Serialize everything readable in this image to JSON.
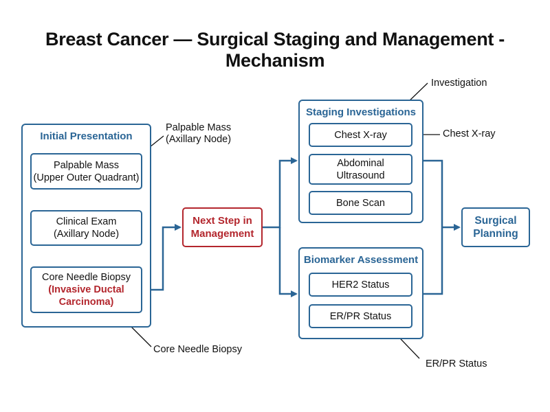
{
  "title": "Breast Cancer — Surgical Staging and Management - Mechanism",
  "initial": {
    "title": "Initial Presentation",
    "box1": [
      "Palpable Mass",
      "(Upper Outer Quadrant)"
    ],
    "box2": [
      "Clinical Exam",
      "(Axillary Node)"
    ],
    "box3": {
      "line1": "Core Needle Biopsy",
      "line2": "(Invasive Ductal",
      "line3": "Carcinoma)"
    }
  },
  "next_step": [
    "Next Step in",
    "Management"
  ],
  "staging": {
    "title": "Staging Investigations",
    "items": [
      [
        "Chest X-ray"
      ],
      [
        "Abdominal",
        "Ultrasound"
      ],
      [
        "Bone Scan"
      ]
    ]
  },
  "biomarker": {
    "title": "Biomarker Assessment",
    "items": [
      "HER2 Status",
      "ER/PR Status"
    ]
  },
  "surgical": [
    "Surgical",
    "Planning"
  ],
  "callouts": {
    "palpable": [
      "Palpable Mass",
      "(Axillary Node)"
    ],
    "biopsy": "Core Needle Biopsy",
    "investigation": "Investigation",
    "chest": "Chest X-ray",
    "erpr": "ER/PR Status"
  },
  "colors": {
    "blue": "#2a6595",
    "red": "#b3262d"
  }
}
